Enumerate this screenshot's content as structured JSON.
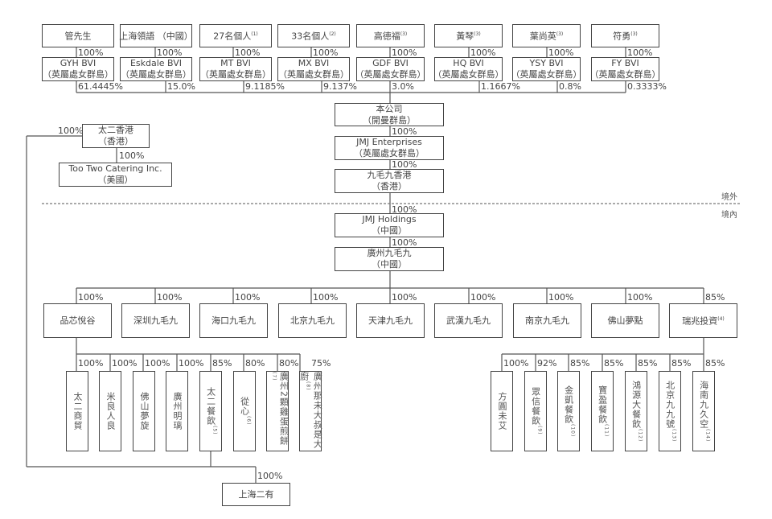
{
  "top_owners": [
    {
      "name": "管先生",
      "note": "",
      "pct": "100%",
      "bvi": "GYH BVI",
      "bvi_loc": "（英屬處女群島）",
      "stake": "61.4445%"
    },
    {
      "name": "上海領語 （中國）",
      "note": "",
      "pct": "100%",
      "bvi": "Eskdale BVI",
      "bvi_loc": "（英屬處女群島）",
      "stake": "15.0%"
    },
    {
      "name": "27名個人",
      "note": "(1)",
      "pct": "100%",
      "bvi": "MT BVI",
      "bvi_loc": "（英屬處女群島）",
      "stake": "9.1185%"
    },
    {
      "name": "33名個人",
      "note": "(2)",
      "pct": "100%",
      "bvi": "MX BVI",
      "bvi_loc": "（英屬處女群島）",
      "stake": "9.137%"
    },
    {
      "name": "高德福",
      "note": "(3)",
      "pct": "100%",
      "bvi": "GDF BVI",
      "bvi_loc": "（英屬處女群島）",
      "stake": "3.0%"
    },
    {
      "name": "黃琴",
      "note": "(3)",
      "pct": "100%",
      "bvi": "HQ BVI",
      "bvi_loc": "（英屬處女群島）",
      "stake": "1.1667%"
    },
    {
      "name": "葉尚英",
      "note": "(3)",
      "pct": "100%",
      "bvi": "YSY BVI",
      "bvi_loc": "（英屬處女群島）",
      "stake": "0.8%"
    },
    {
      "name": "符勇",
      "note": "(3)",
      "pct": "100%",
      "bvi": "FY BVI",
      "bvi_loc": "（英屬處女群島）",
      "stake": "0.3333%"
    }
  ],
  "company": {
    "name": "本公司",
    "loc": "（開曼群島）"
  },
  "jmj_ent": {
    "name": "JMJ Enterprises",
    "loc": "（英屬處女群島）",
    "pct": "100%"
  },
  "jmm_hk": {
    "name": "九毛九香港",
    "loc": "（香港）",
    "pct": "100%"
  },
  "taier_hk": {
    "name": "太二香港",
    "loc": "（香港）",
    "pct": "100%"
  },
  "too_two": {
    "name": "Too Two Catering Inc.",
    "loc": "（美國）",
    "pct": "100%"
  },
  "zones": {
    "offshore": "境外",
    "onshore": "境內"
  },
  "jmj_holdings": {
    "name": "JMJ Holdings",
    "loc": "（中國）",
    "pct": "100%"
  },
  "gz_jmj": {
    "name": "廣州九毛九",
    "loc": "（中國）",
    "pct": "100%"
  },
  "subsidiaries": [
    {
      "name": "品芯悅谷",
      "note": "",
      "pct": "100%"
    },
    {
      "name": "深圳九毛九",
      "note": "",
      "pct": "100%"
    },
    {
      "name": "海口九毛九",
      "note": "",
      "pct": "100%"
    },
    {
      "name": "北京九毛九",
      "note": "",
      "pct": "100%"
    },
    {
      "name": "天津九毛九",
      "note": "",
      "pct": "100%"
    },
    {
      "name": "武漢九毛九",
      "note": "",
      "pct": "100%"
    },
    {
      "name": "南京九毛九",
      "note": "",
      "pct": "100%"
    },
    {
      "name": "佛山夢點",
      "note": "",
      "pct": "100%"
    },
    {
      "name": "瑞兆投資",
      "note": "(4)",
      "pct": "85%"
    }
  ],
  "pinxin_subs": [
    {
      "name": "太二商貿",
      "note": "",
      "pct": "100%"
    },
    {
      "name": "米良人良",
      "note": "",
      "pct": "100%"
    },
    {
      "name": "佛山夢旋",
      "note": "",
      "pct": "100%"
    },
    {
      "name": "廣州明璃",
      "note": "",
      "pct": "100%"
    },
    {
      "name": "太二餐飲",
      "note": "(5)",
      "pct": "85%"
    },
    {
      "name": "從心",
      "note": "(6)",
      "pct": "80%"
    },
    {
      "name": "廣州2顆雞蛋煎餅",
      "note": "(7)",
      "pct": "80%"
    },
    {
      "name": "廣州那未大叔是大廚",
      "note": "(8)",
      "pct": "75%"
    }
  ],
  "ruizhao_subs": [
    {
      "name": "方圓未艾",
      "note": "",
      "pct": "100%"
    },
    {
      "name": "眾信餐飲",
      "note": "(9)",
      "pct": "92%"
    },
    {
      "name": "金凱餐飲",
      "note": "(10)",
      "pct": "85%"
    },
    {
      "name": "寶盈餐飲",
      "note": "(11)",
      "pct": "85%"
    },
    {
      "name": "鴻源大餐飲",
      "note": "(12)",
      "pct": "85%"
    },
    {
      "name": "北京九九號",
      "note": "(13)",
      "pct": "85%"
    },
    {
      "name": "海南九久空",
      "note": "(14)",
      "pct": "85%"
    }
  ],
  "shanghai_erhe": {
    "name": "上海二有",
    "pct": "100%"
  }
}
